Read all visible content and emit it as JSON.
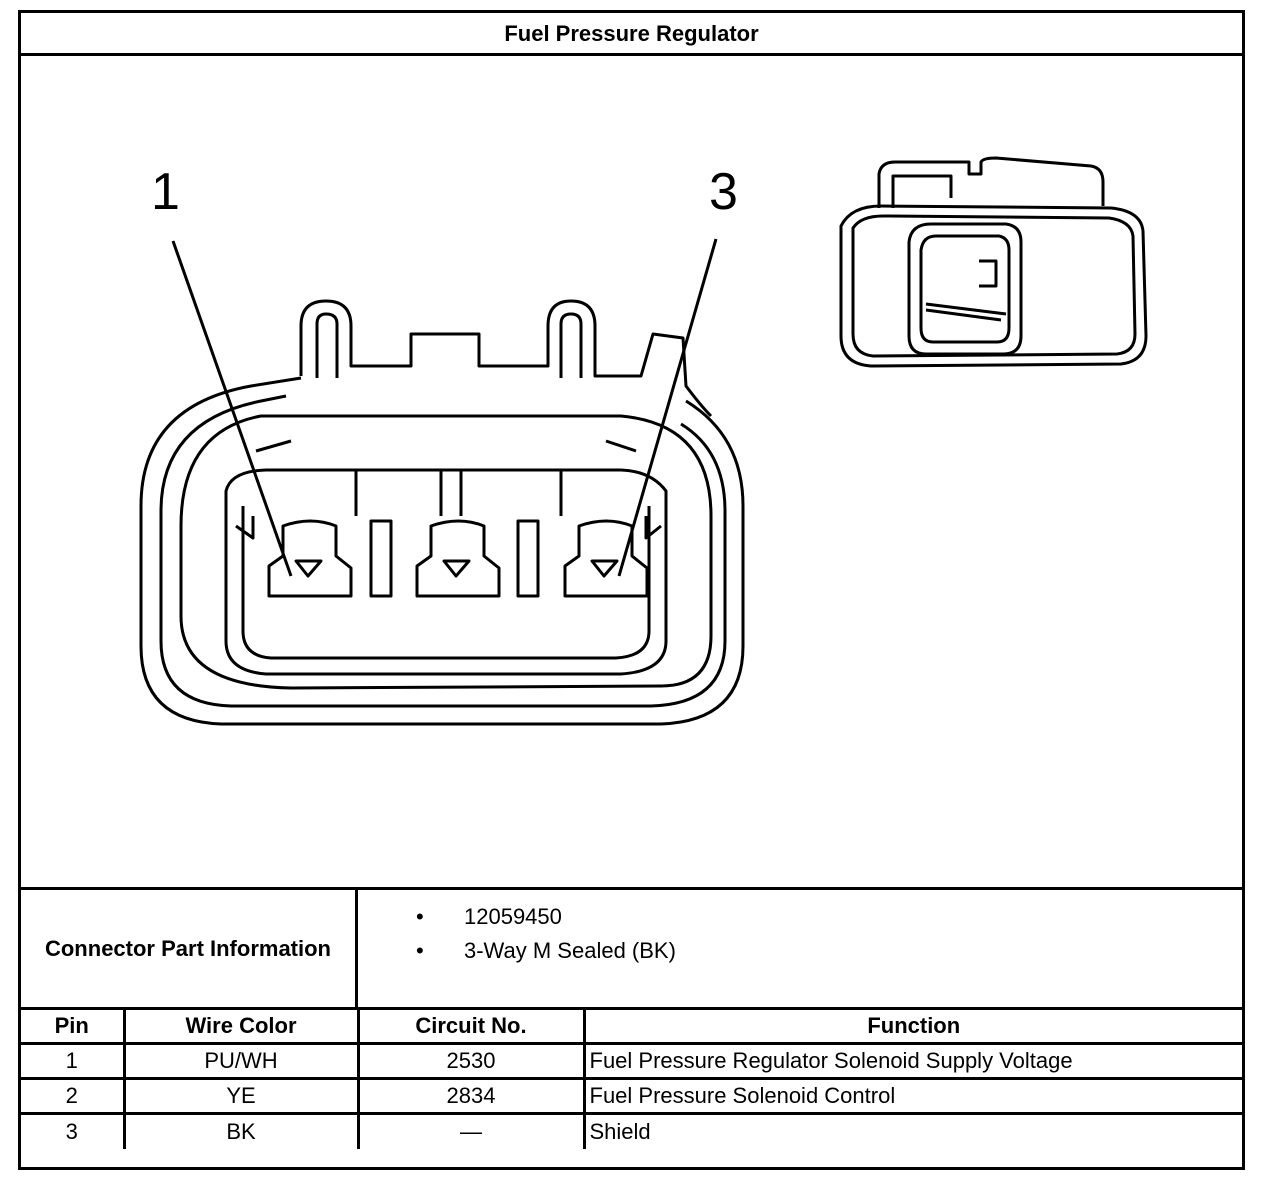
{
  "title": "Fuel Pressure Regulator",
  "figure": {
    "callouts": [
      {
        "label": "1"
      },
      {
        "label": "3"
      }
    ]
  },
  "connector_info": {
    "label": "Connector Part Information",
    "items": [
      "12059450",
      "3-Way M Sealed (BK)"
    ],
    "bullet": "•"
  },
  "pin_table": {
    "headers": [
      "Pin",
      "Wire Color",
      "Circuit No.",
      "Function"
    ],
    "rows": [
      {
        "pin": "1",
        "wire_color": "PU/WH",
        "circuit": "2530",
        "function": "Fuel Pressure Regulator Solenoid Supply Voltage"
      },
      {
        "pin": "2",
        "wire_color": "YE",
        "circuit": "2834",
        "function": "Fuel Pressure Solenoid Control"
      },
      {
        "pin": "3",
        "wire_color": "BK",
        "circuit": "—",
        "function": "Shield"
      }
    ]
  }
}
